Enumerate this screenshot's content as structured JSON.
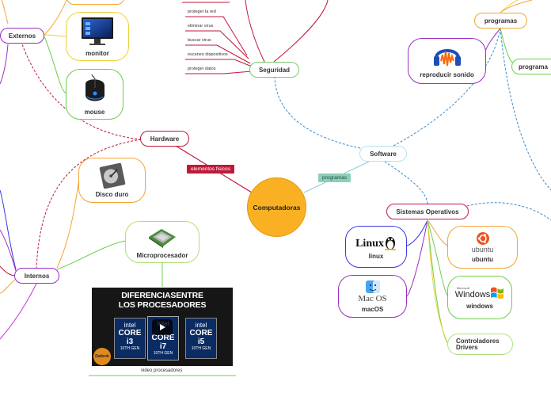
{
  "center": {
    "label": "Computadoras"
  },
  "tags": {
    "hardware_rel": "elementos fisicos",
    "software_rel": "programas"
  },
  "hardware": {
    "label": "Hardware",
    "externos": {
      "label": "Externos",
      "items": [
        {
          "label": "monitor",
          "icon": "monitor-icon"
        },
        {
          "label": "mouse",
          "icon": "mouse-icon"
        }
      ]
    },
    "internos": {
      "label": "Internos",
      "items": [
        {
          "label": "Disco duro",
          "icon": "hard-drive-icon"
        },
        {
          "label": "Microprocesador",
          "icon": "cpu-chip-icon"
        }
      ]
    },
    "video": {
      "caption": "video procesadores",
      "title_line1": "DIFERENCIASENTRE",
      "title_line2": "LOS PROCESADORES",
      "chips": [
        {
          "brand": "intel",
          "model": "CORE i3",
          "gen": "10TH GEN"
        },
        {
          "brand": "intel",
          "model": "CORE i7",
          "gen": "10TH GEN"
        },
        {
          "brand": "intel",
          "model": "CORE i5",
          "gen": "10TH GEN"
        }
      ],
      "channel": "Dattrok"
    }
  },
  "seguridad": {
    "label": "Seguridad",
    "items": [
      "proteger la red",
      "eliminar virus",
      "buscar virus",
      "escaneo dispositivos",
      "proteger datos"
    ]
  },
  "software": {
    "label": "Software",
    "programas": {
      "label": "programas",
      "items": [
        {
          "label": "reproducir sonido",
          "icon": "audacity-icon"
        }
      ],
      "cut_label": "programa"
    },
    "sistemas": {
      "label": "Sistemas Operativos",
      "items": [
        {
          "label": "linux",
          "logo": "Linux"
        },
        {
          "label": "ubuntu",
          "logo": "ubuntu"
        },
        {
          "label": "macOS",
          "logo": "Mac OS"
        },
        {
          "label": "windows",
          "logo_small": "Microsoft",
          "logo": "Windows"
        }
      ],
      "drivers": "Controladores Drivers"
    }
  },
  "colors": {
    "hardware": "#c0183a",
    "software": "#5aa3c8",
    "seguridad": "#7cc96e",
    "purple": "#9b2fc4",
    "orange": "#f4a530",
    "green": "#6ccf4a",
    "yellow": "#ecd23a",
    "sysop": "#c0185a"
  }
}
